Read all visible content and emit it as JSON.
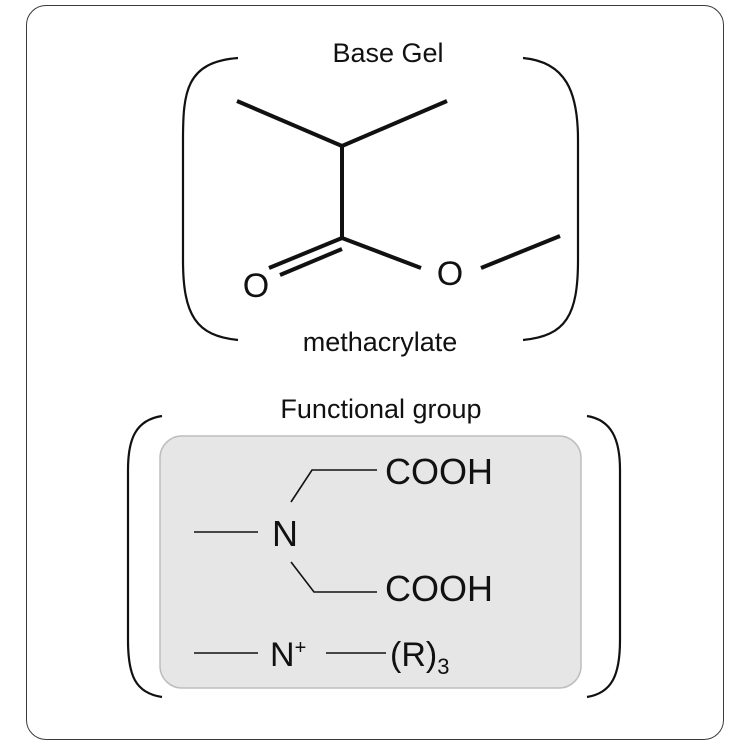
{
  "base_gel": {
    "title": "Base Gel",
    "caption": "methacrylate",
    "atom_o_carbonyl": "O",
    "atom_o_ester": "O"
  },
  "functional_group": {
    "title": "Functional group",
    "iminodiacetic": {
      "n": "N",
      "cooh_top": "COOH",
      "cooh_bottom": "COOH"
    },
    "quaternary": {
      "n": "N",
      "charge": "+",
      "r": "(R)",
      "subscript": "3"
    }
  },
  "colors": {
    "panel_fill": "#e6e6e6",
    "panel_border": "#bdbdbd",
    "line": "#111111"
  }
}
